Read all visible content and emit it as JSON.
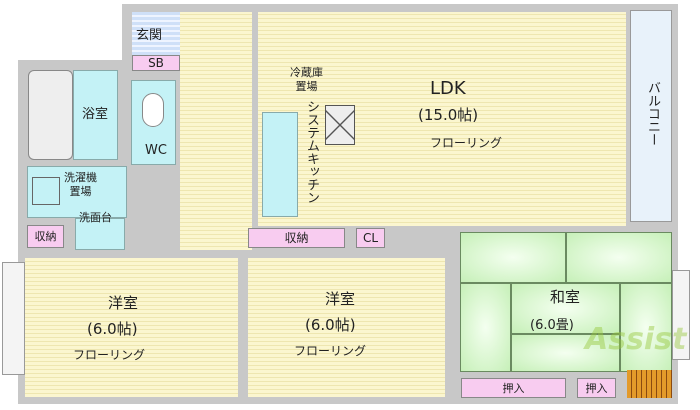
{
  "rooms": {
    "genkan": "玄関",
    "sb": "SB",
    "bath": "浴室",
    "wc": "WC",
    "laundry": "洗濯機\n置場",
    "washstand": "洗面台",
    "storage_left": "収納",
    "ldk": {
      "name": "LDK",
      "size": "(15.0帖)",
      "floor": "フローリング"
    },
    "fridge": "冷蔵庫\n置場",
    "kitchen": "システムキッチン",
    "storage_mid": "収納",
    "closet": "CL",
    "balcony": "バルコニー",
    "western_left": {
      "name": "洋室",
      "size": "(6.0帖)",
      "floor": "フローリング"
    },
    "western_mid": {
      "name": "洋室",
      "size": "(6.0帖)",
      "floor": "フローリング"
    },
    "japanese": {
      "name": "和室",
      "size": "(6.0畳)",
      "closet1": "押入",
      "closet2": "押入"
    }
  },
  "watermark": "Assist",
  "colors": {
    "floor": "#fbf6cf",
    "wet": "#c4f2f6",
    "storage": "#f8ccf0",
    "tatami": "#c6f0b8"
  }
}
